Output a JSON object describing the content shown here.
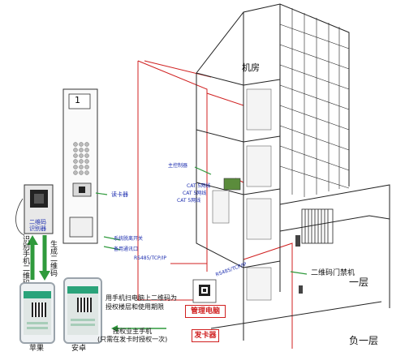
{
  "diagram": {
    "title_labels": {
      "machine_room": "机房",
      "main_controller": "主控制器",
      "cat5_1": "CAT 5网线",
      "cat5_2": "CAT 5网线",
      "cat5_3": "CAT 5网线",
      "card_reader": "读卡器",
      "qr_reader": "二维码\n识别器",
      "system_isolation_switch": "系统脱离开关",
      "backup_comm_port": "备用通讯口",
      "rs485_tcpip": "RS485/TCP/IP",
      "rs485_tcpip_2": "RS485/TCP/IP",
      "qr_access_control": "二维码门禁机",
      "floor_1": "一层",
      "floor_b1": "负一层",
      "scan_phone": "识别手机二维码",
      "generate_qr": "生成二维码",
      "apple": "苹果",
      "android": "安卓",
      "scan_instruction": "用手机扫电脑上二维码为\n授权楼层和使用期限",
      "authorize_instruction": "授权业主手机\n(只需在发卡时授权一次)",
      "management_pc": "管理电脑",
      "card_issuer": "发卡器",
      "panel_floor": "1"
    },
    "colors": {
      "annotation_blue": "#1e2fb0",
      "link_red": "#d02020",
      "arrow_green": "#2f9a3c",
      "building_line": "#222222"
    },
    "icons": [
      "qr-code-icon",
      "keypad-icon",
      "phone-icon",
      "computer-icon",
      "card-reader-icon"
    ]
  }
}
